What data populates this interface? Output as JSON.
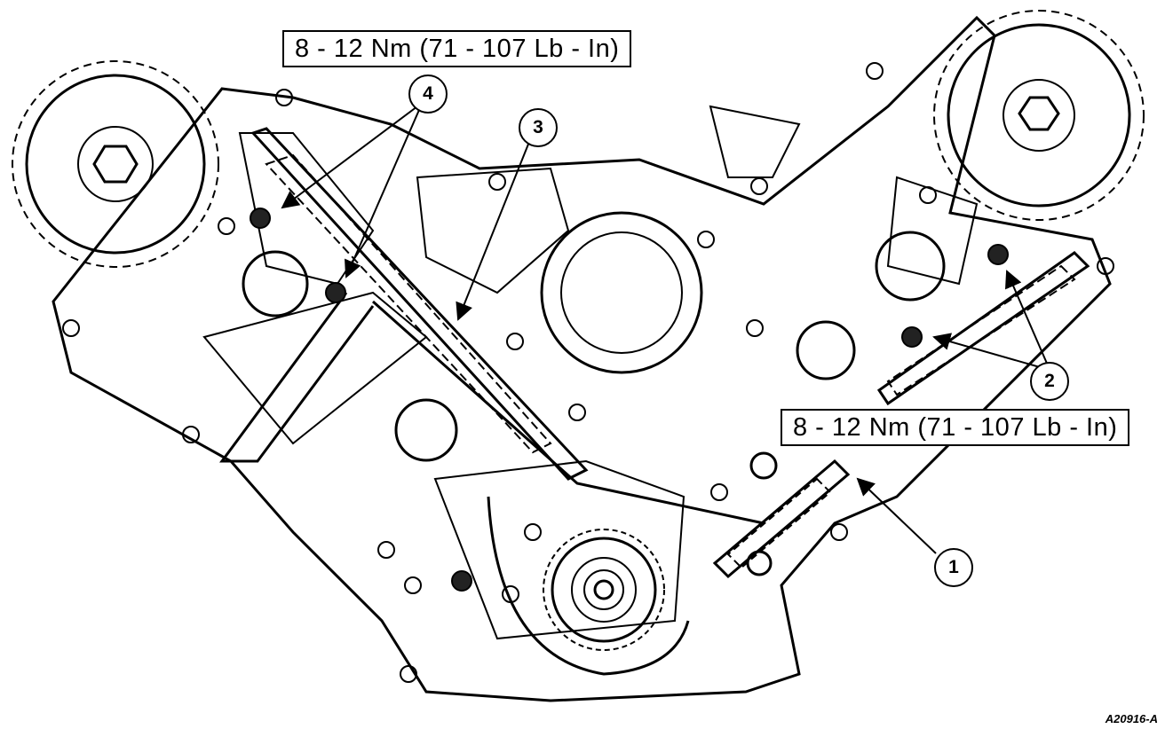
{
  "torque_specs": {
    "upper_left": "8 - 12 Nm (71 - 107 Lb - In)",
    "lower_right": "8 - 12 Nm (71 - 107 Lb - In)"
  },
  "callouts": [
    "1",
    "2",
    "3",
    "4"
  ],
  "reference_code": "A20916-A"
}
